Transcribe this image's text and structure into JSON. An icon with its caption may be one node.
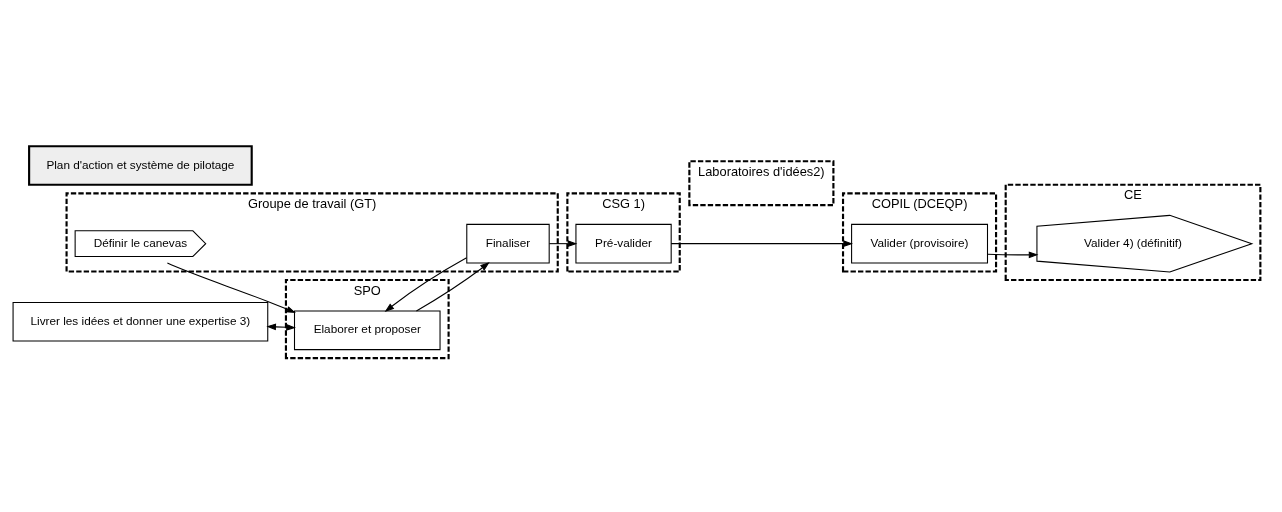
{
  "diagram": {
    "nodes": [
      {
        "text": [
          "Groupe de travail (GT)"
        ]
      },
      {
        "text": [
          "SPO"
        ]
      },
      {
        "text": [
          "CSG 1)"
        ]
      },
      {
        "text": [
          "Laboratoires d'idées2)"
        ]
      },
      {
        "text": [
          "COPIL (DCEQP)"
        ]
      },
      {
        "text": [
          "CE"
        ]
      },
      {
        "text": [
          "Plan d'action et système de pilotage"
        ]
      },
      {
        "text": [
          "Définir le canevas"
        ],
        "in": 0
      },
      {
        "text": [
          "Elaborer et proposer"
        ],
        "in": 1
      },
      {
        "text": [
          "Livrer les idées et donner une expertise 3)"
        ]
      },
      {
        "text": [
          "Finaliser"
        ],
        "in": 0
      },
      {
        "text": [
          "Pré-valider"
        ],
        "in": 2
      },
      {
        "text": [
          "Valider (provisoire)"
        ],
        "in": 4
      },
      {
        "text": [
          "Valider 4) (définitif)"
        ],
        "in": 5
      }
    ],
    "edges": [
      {
        "from": 7,
        "to": 8,
        "arrow": "to"
      },
      {
        "from": 10,
        "to": 8,
        "arrow": "to"
      },
      {
        "from": 8,
        "to": 9,
        "arrow": "both"
      },
      {
        "from": 8,
        "to": 10,
        "arrow": "to"
      },
      {
        "from": 10,
        "to": 11,
        "arrow": "to"
      },
      {
        "from": 11,
        "to": 12,
        "arrow": "to"
      },
      {
        "from": 12,
        "to": 13,
        "arrow": "to"
      }
    ]
  }
}
